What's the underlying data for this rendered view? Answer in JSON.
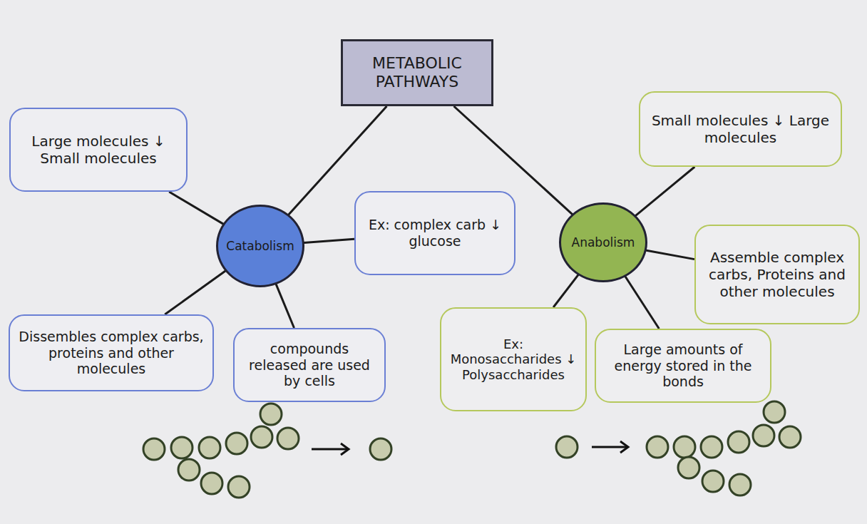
{
  "diagram": {
    "nodes": [
      {
        "text": [
          "METABOLIC PATHWAYS"
        ]
      },
      {
        "text": [
          "Large molecules ↓ Small molecules"
        ]
      },
      {
        "text": [
          "Small molecules ↓ Large molecules"
        ]
      },
      {
        "text": [
          "Catabolism"
        ]
      },
      {
        "text": [
          "Ex: complex carb ↓ glucose"
        ]
      },
      {
        "text": [
          "Anabolism"
        ]
      },
      {
        "text": [
          "Assemble complex carbs, Proteins and other molecules"
        ]
      },
      {
        "text": [
          "Dissembles complex carbs, proteins and other molecules"
        ]
      },
      {
        "text": [
          "compounds released are used by cells"
        ]
      },
      {
        "text": [
          "Ex: Monosaccharides ↓ Polysaccharides"
        ]
      },
      {
        "text": [
          "Large amounts of energy stored in the bonds"
        ]
      }
    ],
    "edges": [
      {
        "from": 0,
        "to": 3,
        "arrow": "none"
      },
      {
        "from": 0,
        "to": 5,
        "arrow": "none"
      },
      {
        "from": 3,
        "to": 1,
        "arrow": "none"
      },
      {
        "from": 3,
        "to": 4,
        "arrow": "none"
      },
      {
        "from": 3,
        "to": 7,
        "arrow": "none"
      },
      {
        "from": 3,
        "to": 8,
        "arrow": "none"
      },
      {
        "from": 5,
        "to": 2,
        "arrow": "none"
      },
      {
        "from": 5,
        "to": 6,
        "arrow": "none"
      },
      {
        "from": 5,
        "to": 9,
        "arrow": "none"
      },
      {
        "from": 5,
        "to": 10,
        "arrow": "none"
      }
    ]
  }
}
